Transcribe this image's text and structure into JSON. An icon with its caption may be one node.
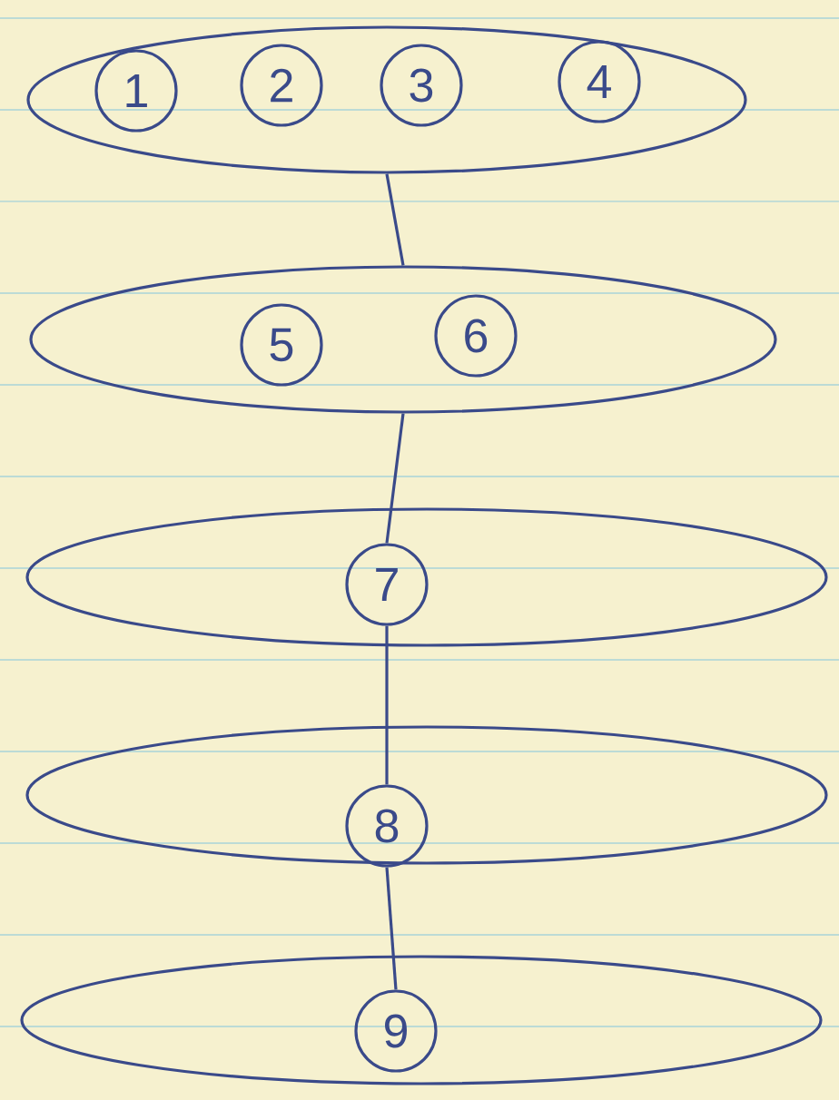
{
  "diagram": {
    "nodes": [
      {
        "text": [],
        "shape": "ellipse"
      },
      {
        "text": [
          "1"
        ],
        "in": 0
      },
      {
        "text": [
          "2"
        ],
        "in": 0
      },
      {
        "text": [
          "3"
        ],
        "in": 0
      },
      {
        "text": [
          "4"
        ],
        "in": 0
      },
      {
        "text": [],
        "shape": "ellipse"
      },
      {
        "text": [
          "5"
        ],
        "in": 5
      },
      {
        "text": [
          "6"
        ],
        "in": 5
      },
      {
        "text": [],
        "shape": "ellipse"
      },
      {
        "text": [
          "7"
        ],
        "in": 8
      },
      {
        "text": [],
        "shape": "ellipse"
      },
      {
        "text": [
          "8"
        ],
        "in": 10
      },
      {
        "text": [],
        "shape": "ellipse"
      },
      {
        "text": [
          "9"
        ],
        "in": 12
      }
    ],
    "edges": [
      {
        "from": 0,
        "to": 5,
        "arrow": "none"
      },
      {
        "from": 5,
        "to": 9,
        "arrow": "none"
      },
      {
        "from": 9,
        "to": 11,
        "arrow": "none"
      },
      {
        "from": 11,
        "to": 13,
        "arrow": "none"
      }
    ]
  }
}
